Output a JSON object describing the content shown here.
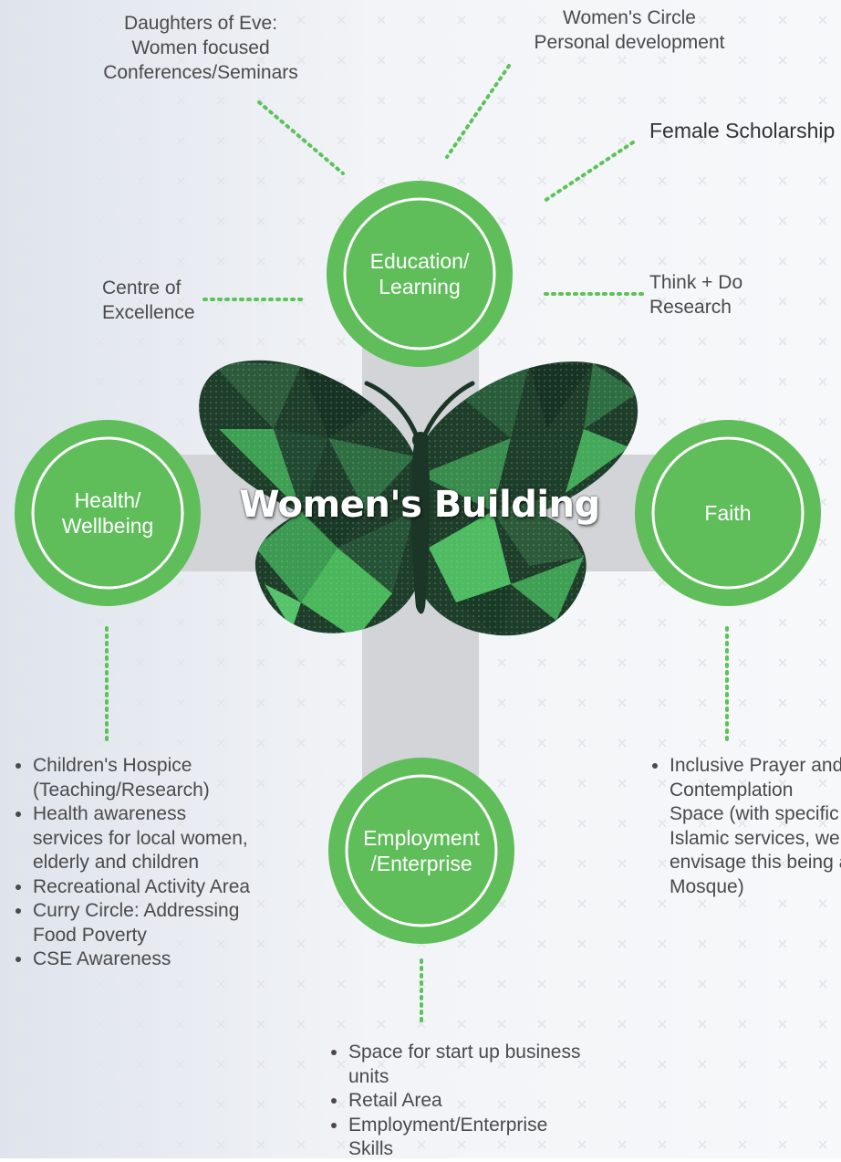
{
  "title": "Women's Building",
  "colors": {
    "green": "#5fbe5a",
    "dots": "#5cc25a",
    "cross": "#d0d2d6",
    "text": "#4a4a4a"
  },
  "hubs": {
    "education": "Education/\nLearning",
    "health": "Health/\nWellbeing",
    "faith": "Faith",
    "employment": "Employment\n/Enterprise"
  },
  "education_branches": {
    "daughters": "Daughters of Eve:\nWomen focused\nConferences/Seminars",
    "circle": "Women's Circle\nPersonal development",
    "scholarship": "Female Scholarship",
    "centre": "Centre of\nExcellence",
    "think": "Think + Do\nResearch"
  },
  "health_items": [
    "Children's Hospice (Teaching/Research)",
    "Health awareness services for local women, elderly and children",
    "Recreational Activity Area",
    "Curry Circle: Addressing Food Poverty",
    "CSE Awareness"
  ],
  "faith_items": [
    "Inclusive Prayer and Contemplation Space (with specific Islamic services, we envisage this being a Mosque)"
  ],
  "employment_items": [
    "Space for start up business units",
    "Retail Area",
    "Employment/Enterprise Skills"
  ]
}
